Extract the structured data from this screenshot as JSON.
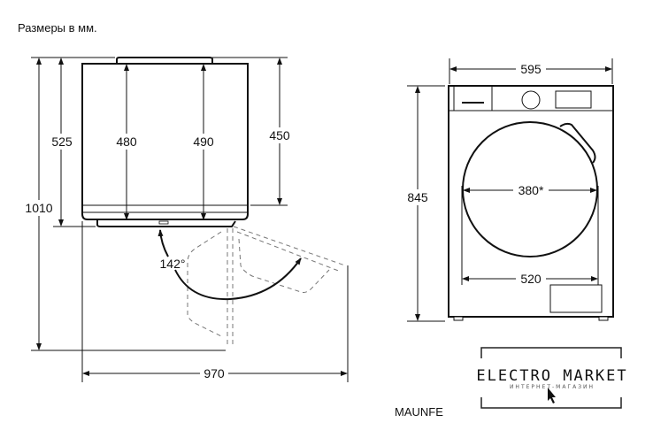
{
  "title": "Размеры в мм.",
  "side_view": {
    "total_height": "1010",
    "height_to_base": "525",
    "inner_depth_a": "480",
    "inner_depth_b": "490",
    "body_depth": "450",
    "door_angle": "142°",
    "depth_door_open": "970"
  },
  "front_view": {
    "width": "595",
    "height": "845",
    "door_diameter": "380*",
    "inner_width": "520"
  },
  "model_label": "MAUNFE",
  "watermark": {
    "name": "ELECTRO MARKET",
    "subtitle": "ИНТЕРНЕТ-МАГАЗИН"
  }
}
